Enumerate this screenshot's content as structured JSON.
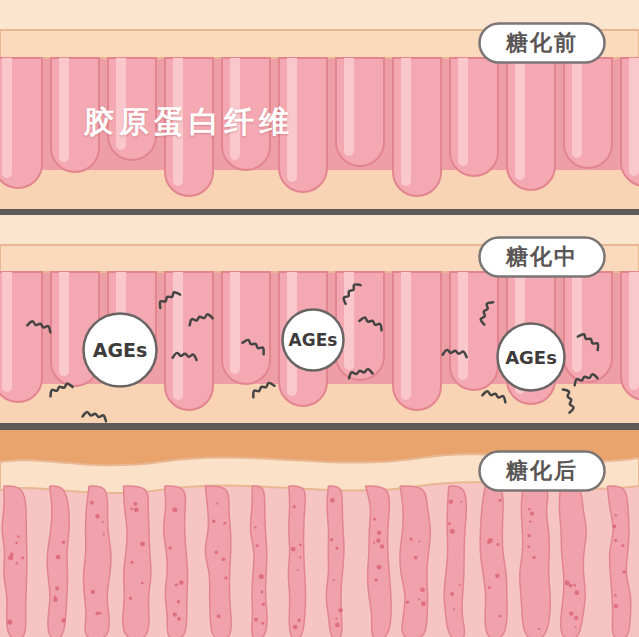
{
  "diagram": {
    "nodes": [
      {
        "text": [
          "糖化前"
        ]
      },
      {
        "text": [
          "糖化中"
        ]
      },
      {
        "text": [
          "AGEs"
        ]
      },
      {
        "text": [
          "AGEs"
        ]
      },
      {
        "text": [
          "AGEs"
        ]
      },
      {
        "text": [
          "糖化后"
        ]
      }
    ],
    "labels": [
      "胶原蛋白纤维"
    ]
  }
}
